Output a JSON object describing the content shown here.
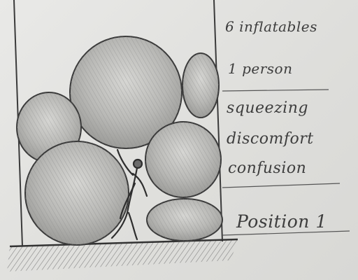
{
  "notes": {
    "count_line": "6 inflatables",
    "people_line": "1 person",
    "feeling_1": "squeezing",
    "feeling_2": "discomfort",
    "feeling_3": "confusion",
    "position_label": "Position 1"
  },
  "colors": {
    "paper": "#e3e3e1",
    "pencil": "#3d3d3d",
    "shade": "#6b6b6b"
  }
}
